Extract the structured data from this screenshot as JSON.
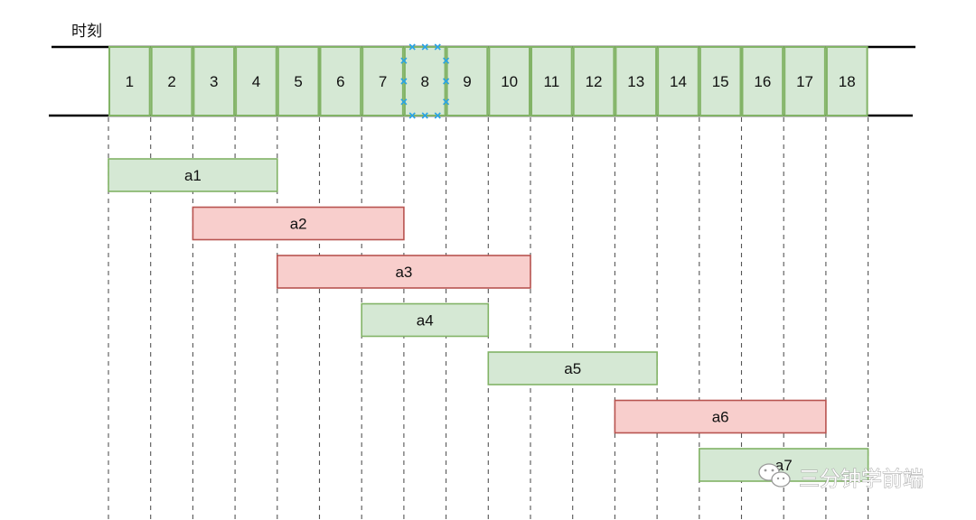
{
  "title": "时刻",
  "ticks": [
    "1",
    "2",
    "3",
    "4",
    "5",
    "6",
    "7",
    "8",
    "9",
    "10",
    "11",
    "12",
    "13",
    "14",
    "15",
    "16",
    "17",
    "18"
  ],
  "selected_tick": "8",
  "colors": {
    "green_fill": "#d5e8d4",
    "green_stroke": "#82b366",
    "red_fill": "#f8cecc",
    "red_stroke": "#b85450",
    "selection": "#29a3e6",
    "rail": "#000000",
    "guide": "#555555"
  },
  "activities": [
    {
      "label": "a1",
      "start": 1,
      "end": 4,
      "color": "green"
    },
    {
      "label": "a2",
      "start": 3,
      "end": 7,
      "color": "red"
    },
    {
      "label": "a3",
      "start": 5,
      "end": 10,
      "color": "red"
    },
    {
      "label": "a4",
      "start": 7,
      "end": 9,
      "color": "green"
    },
    {
      "label": "a5",
      "start": 10,
      "end": 13,
      "color": "green"
    },
    {
      "label": "a6",
      "start": 13,
      "end": 17,
      "color": "red"
    },
    {
      "label": "a7",
      "start": 15,
      "end": 18,
      "color": "green"
    }
  ],
  "watermark": {
    "text": "三分钟学前端",
    "icon": "wechat-icon"
  }
}
